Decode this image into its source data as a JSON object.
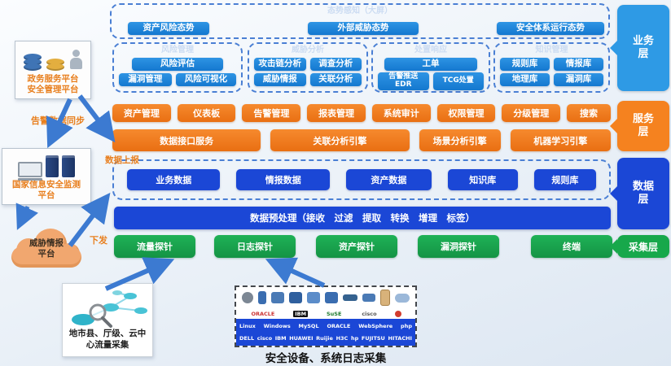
{
  "layer_labels": {
    "business": "业务层",
    "service": "服务层",
    "data": "数据层",
    "collect": "采集层"
  },
  "top_group": {
    "title": "态势感知（大屏）",
    "pills": [
      "资产风险态势",
      "外部威胁态势",
      "安全体系运行态势"
    ]
  },
  "groups": [
    {
      "title": "风险管理",
      "r1": [
        "风险评估"
      ],
      "r2": [
        "漏洞管理",
        "风险可视化"
      ]
    },
    {
      "title": "威胁分析",
      "r1": [
        "攻击链分析",
        "调查分析"
      ],
      "r2": [
        "威胁情报",
        "关联分析"
      ]
    },
    {
      "title": "处置响应",
      "r1": [
        "工单"
      ],
      "r2": [
        "告警推送\nEDR",
        "TCG处置"
      ]
    },
    {
      "title": "知识管理",
      "r1": [
        "规则库",
        "情报库"
      ],
      "r2": [
        "地理库",
        "漏洞库"
      ]
    }
  ],
  "service": {
    "row1": [
      "资产管理",
      "仪表板",
      "告警管理",
      "报表管理",
      "系统审计",
      "权限管理",
      "分级管理",
      "搜索"
    ],
    "row2": [
      "数据接口服务",
      "关联分析引擎",
      "场景分析引擎",
      "机器学习引擎"
    ]
  },
  "data_layer": {
    "upload_label": "数据上报",
    "pills": [
      "业务数据",
      "情报数据",
      "资产数据",
      "知识库",
      "规则库"
    ]
  },
  "preprocess": {
    "label": "数据预处理（接收　过滤　提取　转换　增理　标签）"
  },
  "probes": [
    "流量探针",
    "日志探针",
    "资产探针",
    "漏洞探针",
    "终端"
  ],
  "left": {
    "gov_line1": "政务服务平台",
    "gov_line2": "安全管理平台",
    "sync_label": "告警数据同步",
    "national_line1": "国家信息安全监测",
    "national_line2": "平台",
    "cloud_text": "威胁情报\n平台",
    "dispatch_label": "下发",
    "traffic_caption": "地市县、厅级、云中\n心流量采集"
  },
  "logos": {
    "brands_top": [
      "ORACLE",
      "IBM",
      "SuSE",
      "cisco"
    ],
    "band_row1": [
      "Linux",
      "Windows",
      "MySQL",
      "ORACLE",
      "WebSphere",
      "php"
    ],
    "band_row2": [
      "DELL",
      "cisco",
      "IBM",
      "HUAWEI",
      "Ruijie",
      "H3C",
      "hp",
      "FUJITSU",
      "HITACHI"
    ],
    "caption": "安全设备、系统日志采集"
  },
  "colors": {
    "blue_pill": "#1d82dd",
    "royal_blue": "#1b47d6",
    "orange": "#ef7d1a",
    "green": "#17a84b",
    "arrow_blue": "#3c7ad1",
    "business_tag": "#2e9ae5",
    "service_tag": "#f5821f"
  }
}
